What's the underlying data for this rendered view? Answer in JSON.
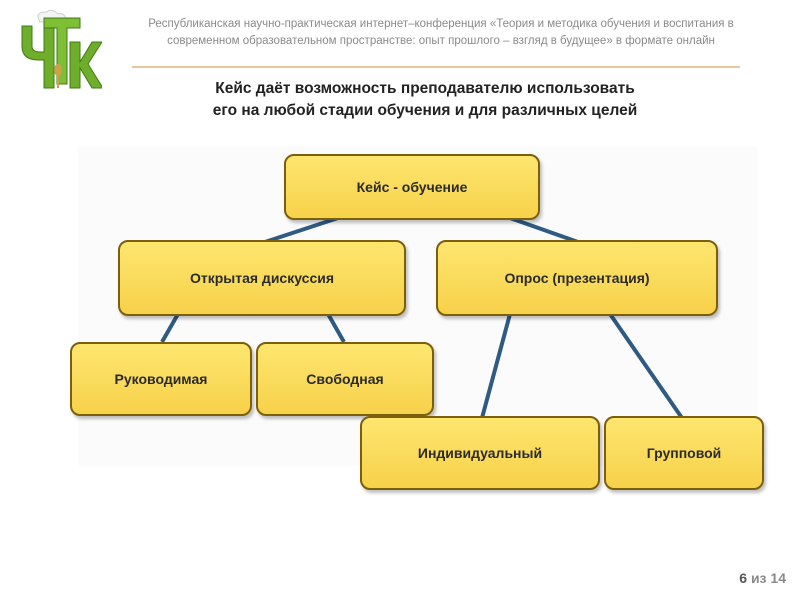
{
  "header": {
    "line1": "Республиканская научно-практическая интернет–конференция  «Теория и методика обучения и воспитания в",
    "line2": "современном образовательном пространстве: опыт прошлого – взгляд в будущее» в формате онлайн"
  },
  "slide": {
    "title_line1": "Кейс даёт возможность преподавателю использовать",
    "title_line2": "его на любой стадии обучения и для различных целей"
  },
  "diagram": {
    "root": "Кейс - обучение",
    "left": "Открытая дискуссия",
    "right": "Опрос (презентация)",
    "left_children": [
      "Руководимая",
      "Свободная"
    ],
    "right_children": [
      "Индивидуальный",
      "Групповой"
    ]
  },
  "pagination": {
    "current": "6",
    "separator": "из",
    "total": "14"
  },
  "colors": {
    "box_fill": "#fde66f",
    "box_border": "#7b5f0a",
    "connector": "#2f5a82",
    "logo_green": "#6fae2b"
  }
}
